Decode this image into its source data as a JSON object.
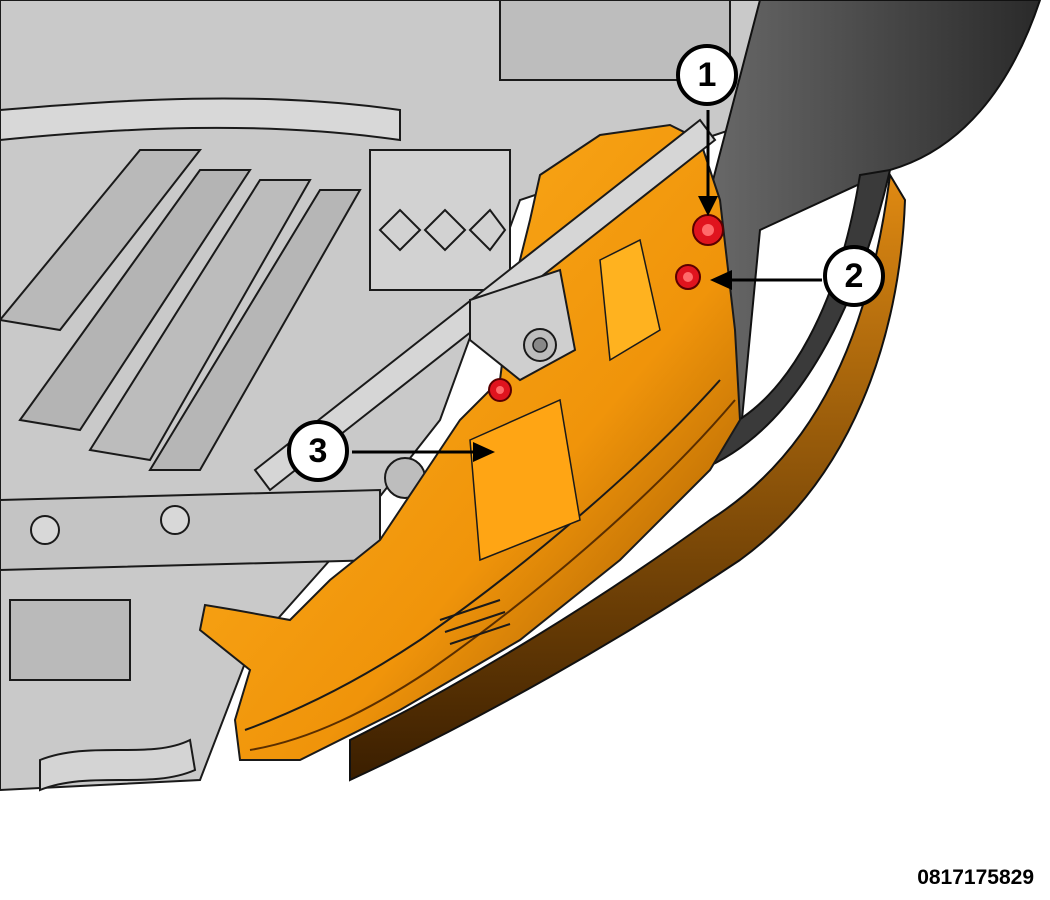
{
  "callouts": [
    {
      "label": "1"
    },
    {
      "label": "2"
    },
    {
      "label": "3"
    }
  ],
  "figure_id": "0817175829",
  "colors": {
    "headlamp": "#f0940a",
    "headlamp_light": "#ffb21f",
    "fastener": "#e0141e",
    "engine_bay": "#c9c9c9",
    "fascia": "#4a4a4a"
  }
}
